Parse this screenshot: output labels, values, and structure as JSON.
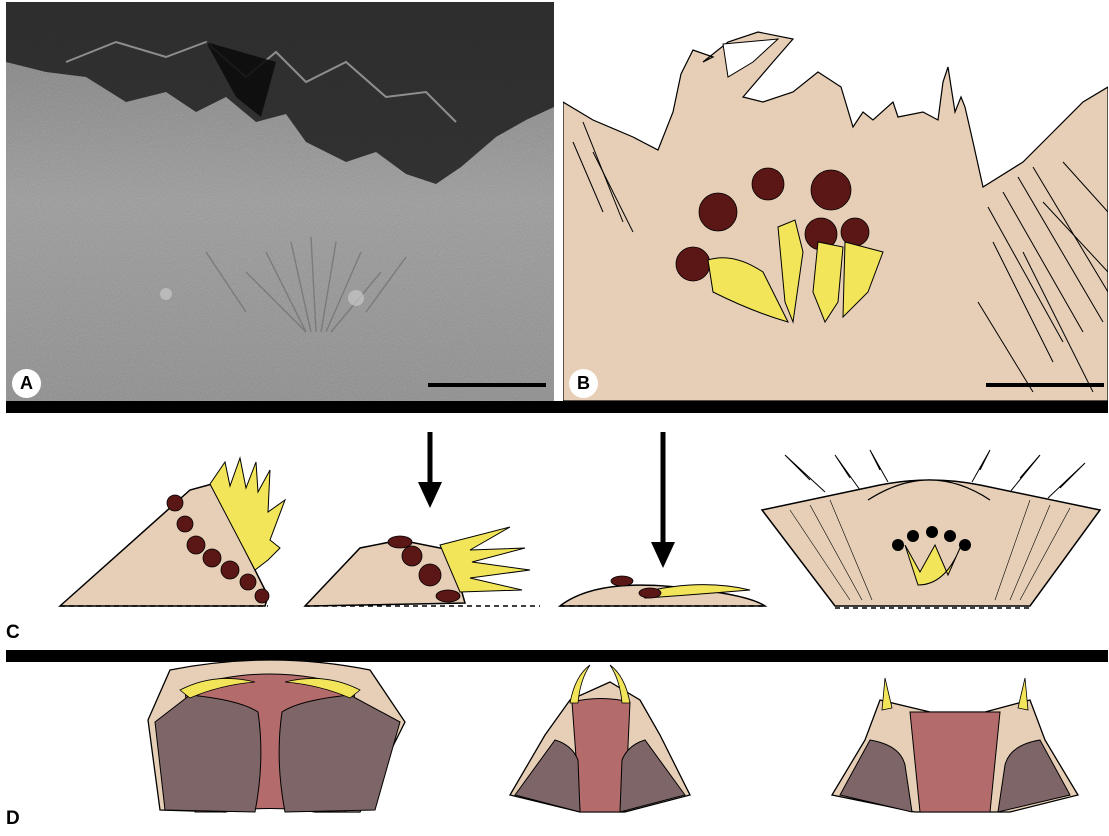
{
  "figure": {
    "panel_labels": {
      "a": "A",
      "b": "B",
      "c": "C",
      "d": "D"
    },
    "colors": {
      "tissue_beige": "#e6cfb6",
      "spot_brown": "#5b1715",
      "spine_yellow": "#f2e55a",
      "frontal_pink": "#b46b6b",
      "lobe_grey": "#7e6568",
      "photo_grey": "#8f8f8f",
      "outline_black": "#000000"
    },
    "icons": {
      "arrows": "down-arrow",
      "scale_bars": "scale-bar"
    }
  }
}
